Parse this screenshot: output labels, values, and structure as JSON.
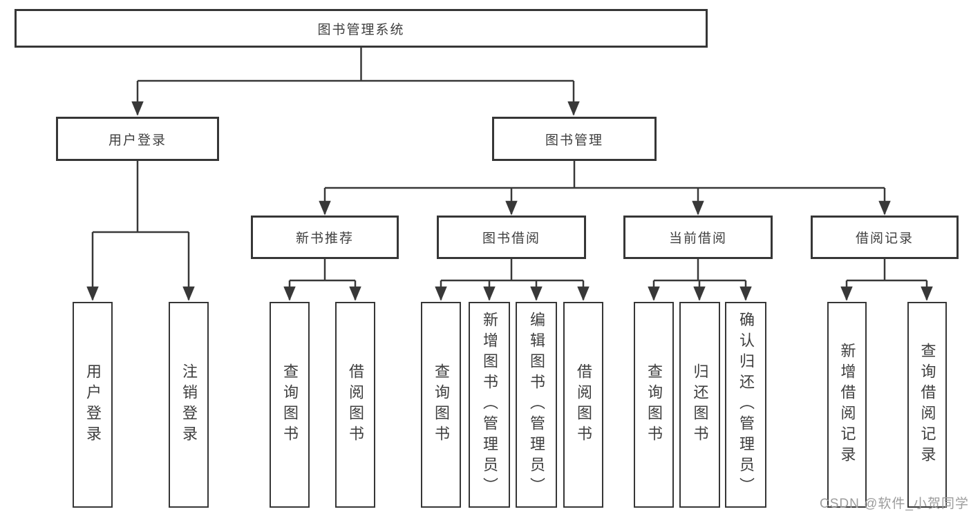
{
  "tree": {
    "root": {
      "label": "图书管理系统",
      "children": [
        {
          "label": "用户登录",
          "children": [
            {
              "label": "用户登录"
            },
            {
              "label": "注销登录"
            }
          ]
        },
        {
          "label": "图书管理",
          "children": [
            {
              "label": "新书推荐",
              "children": [
                {
                  "label": "查询图书"
                },
                {
                  "label": "借阅图书"
                }
              ]
            },
            {
              "label": "图书借阅",
              "children": [
                {
                  "label": "查询图书"
                },
                {
                  "label": "新增图书（管理员）"
                },
                {
                  "label": "编辑图书（管理员）"
                },
                {
                  "label": "借阅图书"
                }
              ]
            },
            {
              "label": "当前借阅",
              "children": [
                {
                  "label": "查询图书"
                },
                {
                  "label": "归还图书"
                },
                {
                  "label": "确认归还（管理员）"
                }
              ]
            },
            {
              "label": "借阅记录",
              "children": [
                {
                  "label": "新增借阅记录"
                },
                {
                  "label": "查询借阅记录"
                }
              ]
            }
          ]
        }
      ]
    }
  },
  "watermark": {
    "text": "CSDN @软件_小贺同学"
  },
  "colors": {
    "line": "#383838",
    "box_border": "#363636",
    "text": "#3e3e3e",
    "watermark_text": "#9c9c9c",
    "background": "#ffffff"
  }
}
